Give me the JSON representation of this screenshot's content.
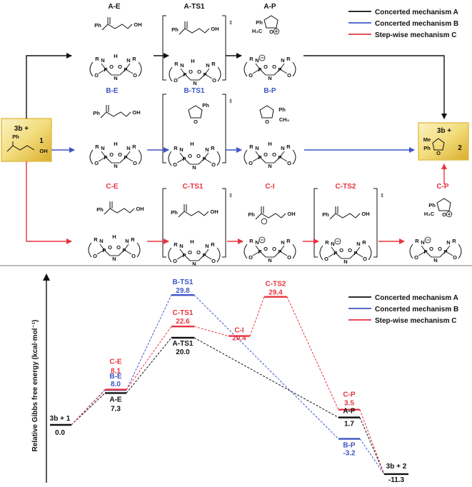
{
  "colors": {
    "A": "#111111",
    "B": "#3d55c6",
    "C": "#e8343f",
    "gold": "#e3c04d",
    "gold_light": "#fbf2c2"
  },
  "scheme": {
    "start_box": {
      "line1": "3b +",
      "line2": "1",
      "sub_ph": "Ph",
      "sub_oh": "OH"
    },
    "end_box": {
      "line1": "3b +",
      "line2": "2",
      "sub_me": "Me",
      "sub_ph": "Ph",
      "sub_o": "O"
    },
    "legend": [
      {
        "key": "A",
        "label": "Concerted mechanism A"
      },
      {
        "key": "B",
        "label": "Concerted mechanism B"
      },
      {
        "key": "C",
        "label": "Step-wise mechanism C"
      }
    ],
    "row_A": {
      "labels": [
        "A-E",
        "A-TS1",
        "A-P"
      ]
    },
    "row_B": {
      "labels": [
        "B-E",
        "B-TS1",
        "B-P"
      ]
    },
    "row_C": {
      "labels": [
        "C-E",
        "C-TS1",
        "C-I",
        "C-TS2",
        "C-P"
      ]
    },
    "dagger": "‡",
    "atoms": {
      "R": "R",
      "N": "N",
      "H": "H",
      "P": "P",
      "O": "O",
      "Ph": "Ph",
      "OH": "OH",
      "CH3": "CH₃",
      "H3C": "H₃C"
    }
  },
  "energy": {
    "axis_label": "Relative Gibbs free energy (kcal·mol⁻¹)",
    "legend": [
      {
        "key": "A",
        "label": "Concerted mechanism A"
      },
      {
        "key": "B",
        "label": "Concerted mechanism B"
      },
      {
        "key": "C",
        "label": "Step-wise mechanism C"
      }
    ],
    "levels": [
      {
        "id": "start",
        "name": "3b + 1",
        "value": "0.0",
        "v": 0.0,
        "color": "A"
      },
      {
        "id": "AE",
        "name": "A-E",
        "value": "7.3",
        "v": 7.3,
        "color": "A"
      },
      {
        "id": "BE",
        "name": "B-E",
        "value": "8.0",
        "v": 8.0,
        "color": "B"
      },
      {
        "id": "CE",
        "name": "C-E",
        "value": "8.1",
        "v": 8.1,
        "color": "C"
      },
      {
        "id": "ATS1",
        "name": "A-TS1",
        "value": "20.0",
        "v": 20.0,
        "color": "A"
      },
      {
        "id": "BTS1",
        "name": "B-TS1",
        "value": "29.8",
        "v": 29.8,
        "color": "B"
      },
      {
        "id": "CTS1",
        "name": "C-TS1",
        "value": "22.6",
        "v": 22.6,
        "color": "C"
      },
      {
        "id": "CI",
        "name": "C-I",
        "value": "20.4",
        "v": 20.4,
        "color": "C"
      },
      {
        "id": "CTS2",
        "name": "C-TS2",
        "value": "29.4",
        "v": 29.4,
        "color": "C"
      },
      {
        "id": "CP",
        "name": "C-P",
        "value": "3.5",
        "v": 3.5,
        "color": "C"
      },
      {
        "id": "AP",
        "name": "A-P",
        "value": "1.7",
        "v": 1.7,
        "color": "A"
      },
      {
        "id": "BP",
        "name": "B-P",
        "value": "-3.2",
        "v": -3.2,
        "color": "B"
      },
      {
        "id": "end",
        "name": "3b + 2",
        "value": "-11.3",
        "v": -11.3,
        "color": "A"
      }
    ],
    "paths": [
      {
        "color": "A",
        "steps": [
          "AE",
          "ATS1",
          "AP",
          "end"
        ]
      },
      {
        "color": "B",
        "steps": [
          "BE",
          "BTS1",
          "BP",
          "end"
        ]
      },
      {
        "color": "C",
        "steps": [
          "CE",
          "CTS1",
          "CI",
          "CTS2",
          "CP",
          "end"
        ]
      }
    ]
  }
}
